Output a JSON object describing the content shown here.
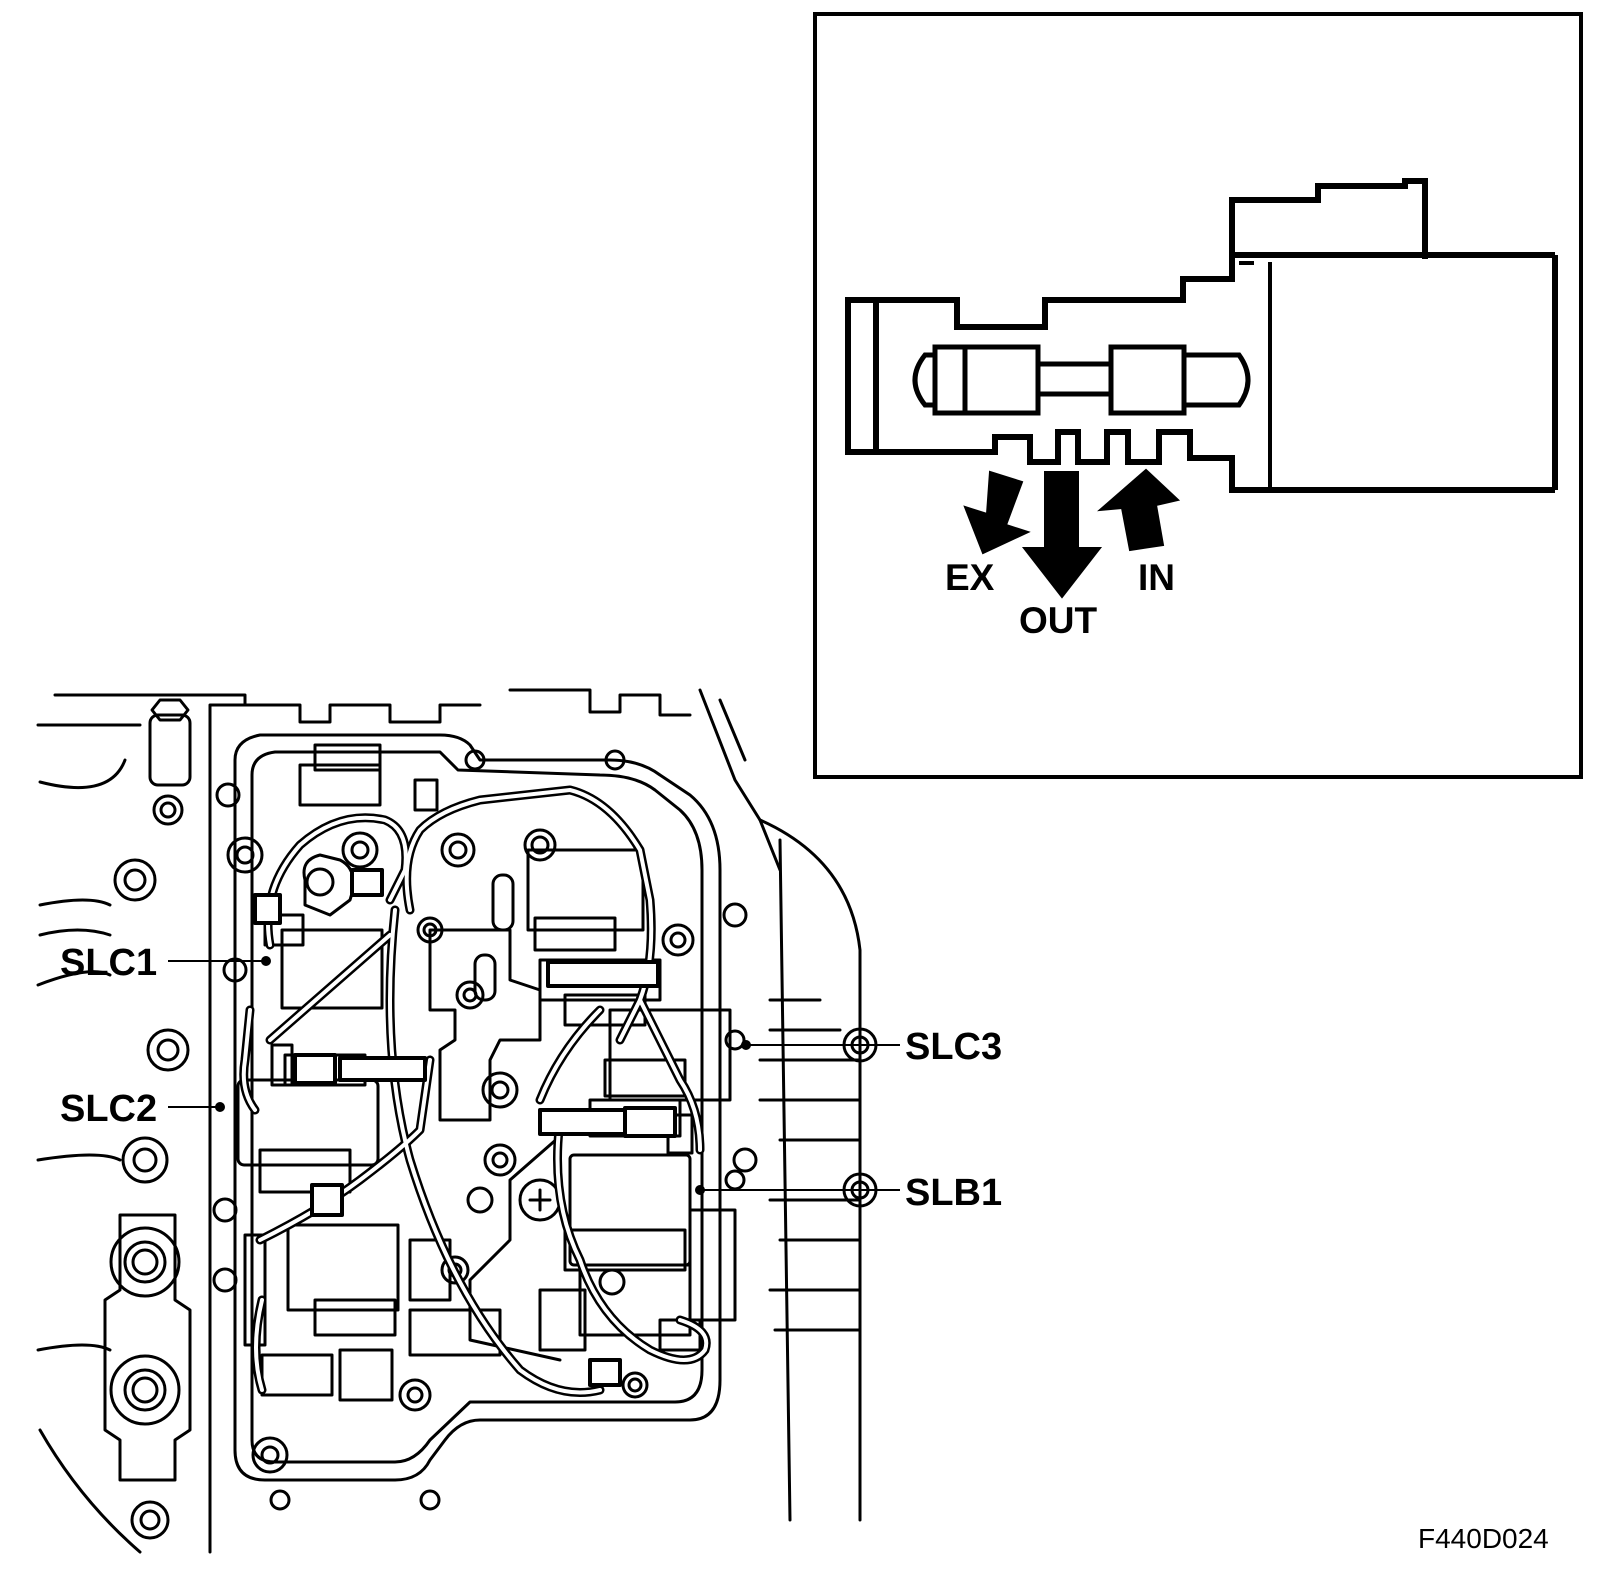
{
  "figure_id": "F440D024",
  "callouts": {
    "slc1": "SLC1",
    "slc2": "SLC2",
    "slc3": "SLC3",
    "slb1": "SLB1"
  },
  "inset": {
    "ports": {
      "ex": "EX",
      "out": "OUT",
      "in": "IN"
    }
  },
  "colors": {
    "line": "#000000",
    "background": "#ffffff"
  }
}
